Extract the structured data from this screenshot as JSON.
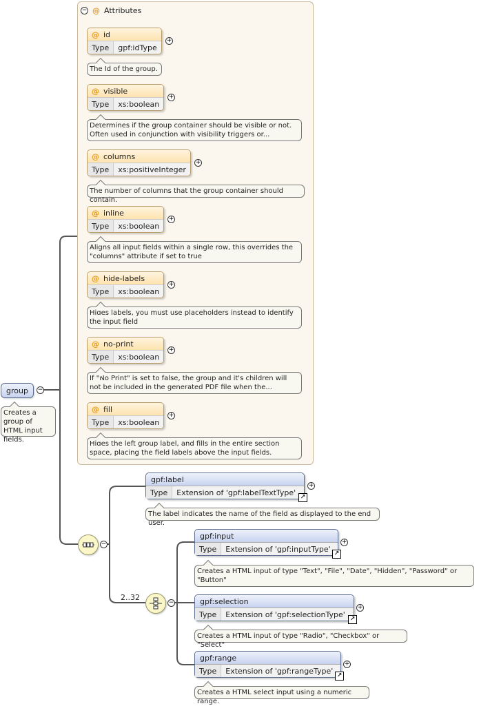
{
  "root": {
    "name": "group",
    "description": "Creates a group of HTML input fields."
  },
  "attributes_panel": {
    "title": "Attributes",
    "items": [
      {
        "name": "id",
        "type_label": "Type",
        "type": "gpf:idType",
        "description": "The Id of the group."
      },
      {
        "name": "visible",
        "type_label": "Type",
        "type": "xs:boolean",
        "description": "Determines if the group container should be visible or not. Often used in conjunction with visibility triggers or..."
      },
      {
        "name": "columns",
        "type_label": "Type",
        "type": "xs:positiveInteger",
        "description": "The number of columns that the group container should contain."
      },
      {
        "name": "inline",
        "type_label": "Type",
        "type": "xs:boolean",
        "description": "Aligns all input fields within a single row, this overrides the \"columns\" attribute if set to true"
      },
      {
        "name": "hide-labels",
        "type_label": "Type",
        "type": "xs:boolean",
        "description": "Hides labels, you must use placeholders instead to identify the input field"
      },
      {
        "name": "no-print",
        "type_label": "Type",
        "type": "xs:boolean",
        "description": "If \"No Print\" is set to false, the group and it's children will not be included in the generated PDF file when the..."
      },
      {
        "name": "fill",
        "type_label": "Type",
        "type": "xs:boolean",
        "description": "Hides the left group label, and fills in the entire section space, placing the field labels above the input fields."
      }
    ]
  },
  "sequence": {
    "label": {
      "name": "gpf:label",
      "type_label": "Type",
      "type": "Extension of 'gpf:labelTextType'",
      "description": "The label indicates the name of the field as displayed to the end user."
    },
    "choice_occurrence": "2..32",
    "choices": [
      {
        "name": "gpf:input",
        "type_label": "Type",
        "type": "Extension of 'gpf:inputType'",
        "description": "Creates a HTML input of type \"Text\", \"File\", \"Date\", \"Hidden\", \"Password\" or \"Button\""
      },
      {
        "name": "gpf:selection",
        "type_label": "Type",
        "type": "Extension of 'gpf:selectionType'",
        "description": "Creates a HTML input of type \"Radio\", \"Checkbox\" or \"Select\""
      },
      {
        "name": "gpf:range",
        "type_label": "Type",
        "type": "Extension of 'gpf:rangeType'",
        "description": "Creates a HTML select input using a numeric range."
      }
    ]
  },
  "icons": {
    "expand": "plus-icon",
    "collapse": "minus-icon",
    "attribute": "at-icon",
    "sequence": "sequence-compositor-icon",
    "choice": "choice-compositor-icon",
    "reference": "reference-arrow-icon"
  },
  "symbols": {
    "attribute_marker": "@",
    "plus": "+",
    "minus": "−",
    "link": "↗"
  }
}
